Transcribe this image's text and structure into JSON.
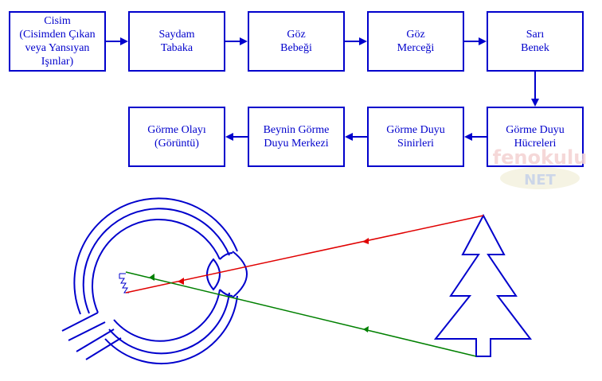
{
  "flowchart": {
    "steps": [
      "Cisim\n(Cisimden Çıkan\nveya Yansıyan\nIşınlar)",
      "Saydam\nTabaka",
      "Göz\nBebeği",
      "Göz\nMerceği",
      "Sarı\nBenek",
      "Görme Duyu\nHücreleri",
      "Görme Duyu\nSinirleri",
      "Beynin Görme\nDuyu Merkezi",
      "Görme Olayı\n(Görüntü)"
    ]
  },
  "watermark": {
    "line1": "fenokulu",
    "line2": "NET"
  },
  "colors": {
    "box_border": "#0000cc",
    "eye_outline": "#0000cc",
    "ray_red": "#e00000",
    "ray_green": "#008000"
  }
}
